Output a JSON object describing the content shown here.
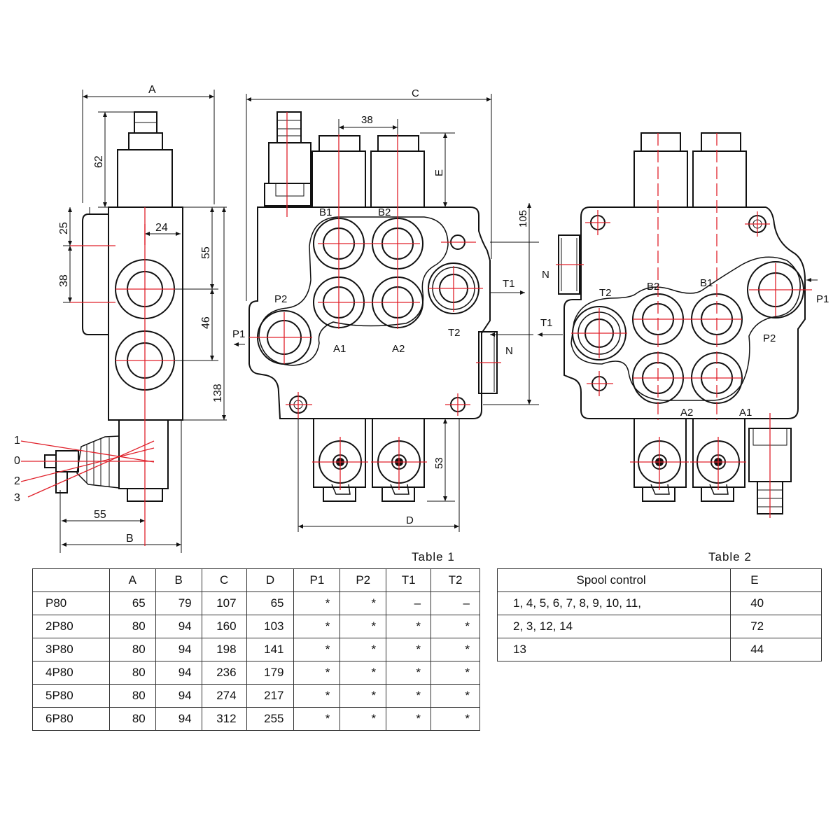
{
  "drawing": {
    "side_view": {
      "dims": {
        "width": "A",
        "height_top": "62",
        "dim_25": "25",
        "dim_24": "24",
        "dim_38": "38",
        "dim_55": "55",
        "dim_46": "46",
        "dim_138": "138",
        "bottom_55": "55",
        "bottom_width": "B"
      },
      "lever_positions": [
        "1",
        "0",
        "2",
        "3"
      ]
    },
    "front_view": {
      "dims": {
        "overall": "C",
        "spool_pitch": "38",
        "spool_height": "E",
        "right_height": "105",
        "handle_height": "53",
        "bottom_span": "D"
      },
      "ports": {
        "b1": "B1",
        "b2": "B2",
        "p2": "P2",
        "p1": "P1",
        "a1": "A1",
        "a2": "A2",
        "t1": "T1",
        "t2": "T2",
        "n": "N"
      }
    },
    "rear_view": {
      "ports": {
        "n": "N",
        "t1": "T1",
        "t2": "T2",
        "b2": "B2",
        "b1": "B1",
        "p1": "P1",
        "p2": "P2",
        "a2": "A2",
        "a1": "A1"
      }
    }
  },
  "table1": {
    "title": "Table 1",
    "headers": [
      "",
      "A",
      "B",
      "C",
      "D",
      "P1",
      "P2",
      "T1",
      "T2"
    ],
    "rows": [
      [
        "P80",
        "65",
        "79",
        "107",
        "65",
        "*",
        "*",
        "–",
        "–"
      ],
      [
        "2P80",
        "80",
        "94",
        "160",
        "103",
        "*",
        "*",
        "*",
        "*"
      ],
      [
        "3P80",
        "80",
        "94",
        "198",
        "141",
        "*",
        "*",
        "*",
        "*"
      ],
      [
        "4P80",
        "80",
        "94",
        "236",
        "179",
        "*",
        "*",
        "*",
        "*"
      ],
      [
        "5P80",
        "80",
        "94",
        "274",
        "217",
        "*",
        "*",
        "*",
        "*"
      ],
      [
        "6P80",
        "80",
        "94",
        "312",
        "255",
        "*",
        "*",
        "*",
        "*"
      ]
    ]
  },
  "table2": {
    "title": "Table 2",
    "headers": [
      "Spool  control",
      "E"
    ],
    "rows": [
      [
        "1,  4,  5,  6,  7,  8,  9,  10,  11,",
        "40"
      ],
      [
        "2,  3,  12,  14",
        "72"
      ],
      [
        "13",
        "44"
      ]
    ]
  }
}
